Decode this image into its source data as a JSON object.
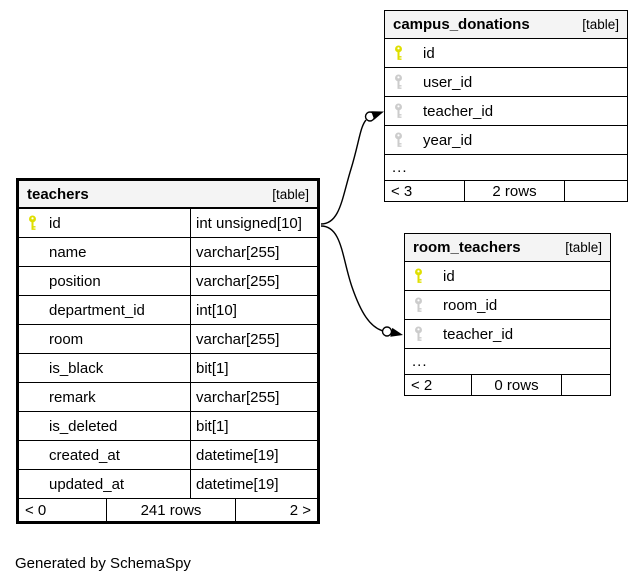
{
  "diagram": {
    "generator_note": "Generated by SchemaSpy"
  },
  "colors": {
    "primary_key": "#dfdf00",
    "foreign_key": "#cccccc",
    "header_bg": "#f4f4f4",
    "border": "#000000"
  },
  "tables": {
    "teachers": {
      "name": "teachers",
      "badge": "[table]",
      "columns": [
        {
          "name": "id",
          "type": "int unsigned[10]",
          "key": "primary"
        },
        {
          "name": "name",
          "type": "varchar[255]",
          "key": "none"
        },
        {
          "name": "position",
          "type": "varchar[255]",
          "key": "none"
        },
        {
          "name": "department_id",
          "type": "int[10]",
          "key": "none"
        },
        {
          "name": "room",
          "type": "varchar[255]",
          "key": "none"
        },
        {
          "name": "is_black",
          "type": "bit[1]",
          "key": "none"
        },
        {
          "name": "remark",
          "type": "varchar[255]",
          "key": "none"
        },
        {
          "name": "is_deleted",
          "type": "bit[1]",
          "key": "none"
        },
        {
          "name": "created_at",
          "type": "datetime[19]",
          "key": "none"
        },
        {
          "name": "updated_at",
          "type": "datetime[19]",
          "key": "none"
        }
      ],
      "footer": {
        "left": "< 0",
        "center": "241 rows",
        "right": "2 >"
      }
    },
    "campus_donations": {
      "name": "campus_donations",
      "badge": "[table]",
      "columns": [
        {
          "name": "id",
          "key": "primary"
        },
        {
          "name": "user_id",
          "key": "foreign"
        },
        {
          "name": "teacher_id",
          "key": "foreign"
        },
        {
          "name": "year_id",
          "key": "foreign"
        }
      ],
      "ellipsis": "...",
      "footer": {
        "left": "< 3",
        "center": "2 rows",
        "right": ""
      }
    },
    "room_teachers": {
      "name": "room_teachers",
      "badge": "[table]",
      "columns": [
        {
          "name": "id",
          "key": "primary"
        },
        {
          "name": "room_id",
          "key": "foreign"
        },
        {
          "name": "teacher_id",
          "key": "foreign"
        }
      ],
      "ellipsis": "...",
      "footer": {
        "left": "< 2",
        "center": "0 rows",
        "right": ""
      }
    }
  },
  "relationships": [
    {
      "from": "teachers.id",
      "to": "campus_donations.teacher_id"
    },
    {
      "from": "teachers.id",
      "to": "room_teachers.teacher_id"
    }
  ]
}
